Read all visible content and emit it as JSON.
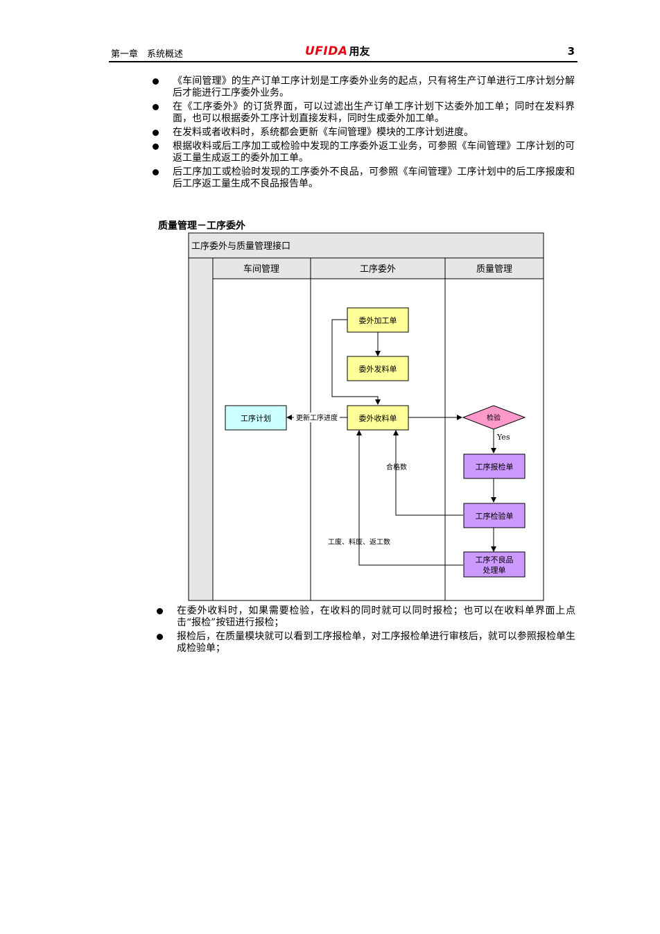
{
  "header": {
    "chapter": "第一章　系统概述",
    "logo_brand": "UFIDA",
    "logo_cn": "用友",
    "page_number": "3"
  },
  "bullets_top": [
    "《车间管理》的生产订单工序计划是工序委外业务的起点，只有将生产订单进行工序计划分解后才能进行工序委外业务。",
    "在《工序委外》的订货界面，可以过滤出生产订单工序计划下达委外加工单；同时在发料界面，也可以根据委外工序计划直接发料，同时生成委外加工单。",
    "在发料或者收料时，系统都会更新《车间管理》模块的工序计划进度。",
    "根据收料或后工序加工或检验中发现的工序委外返工业务，可参照《车间管理》工序计划的可返工量生成返工的委外加工单。",
    "后工序加工或检验时发现的工序委外不良品，可参照《车间管理》工序计划中的后工序报废和后工序返工量生成不良品报告单。"
  ],
  "section_title": "质量管理－工序委外",
  "diagram": {
    "title": "工序委外与质量管理接口",
    "lanes": [
      "车间管理",
      "工序委外",
      "质量管理"
    ],
    "nodes": {
      "weiwai_jiagong": "委外加工单",
      "weiwai_faliao": "委外发料单",
      "weiwai_shouliao": "委外收料单",
      "gongxu_jihua": "工序计划",
      "jianyan": "检验",
      "baojian": "工序报检单",
      "jianyandan": "工序检验单",
      "buliang_line1": "工序不良品",
      "buliang_line2": "处理单"
    },
    "labels": {
      "update_progress": "更新工序进度",
      "yes": "Yes",
      "qualified": "合格数",
      "scrap_return": "工废、料废、返工数"
    },
    "colors": {
      "yellow": "#ffff99",
      "cyan": "#ccffff",
      "purple": "#cc99ff",
      "pink": "#ff99cc",
      "lane_gray": "#e6e6e6"
    }
  },
  "bullets_bottom": [
    "在委外收料时，如果需要检验，在收料的同时就可以同时报检；也可以在收料单界面上点击“报检”按钮进行报检；",
    "报检后，在质量模块就可以看到工序报检单，对工序报检单进行审核后，就可以参照报检单生成检验单；"
  ]
}
